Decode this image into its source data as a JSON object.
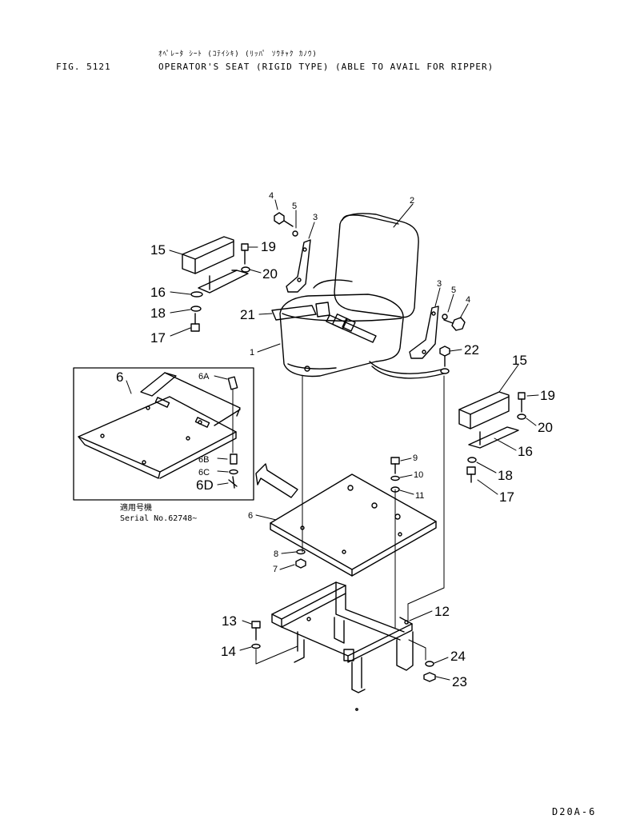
{
  "header": {
    "fig_number": "FIG. 5121",
    "title_kana": "ｵﾍﾟﾚｰﾀ ｼｰﾄ (ｺﾃｲｼｷ) (ﾘｯﾊﾟ ｿｳﾁｬｸ ｶﾉｳ)",
    "title_en": "OPERATOR'S SEAT (RIGID TYPE) (ABLE TO AVAIL FOR RIPPER)"
  },
  "inset": {
    "caption_jp": "適用号機",
    "caption_serial": "Serial No.62748~"
  },
  "sheet_code": "D20A-6",
  "callouts": {
    "c1": "1",
    "c2": "2",
    "c3a": "3",
    "c3b": "3",
    "c4a": "4",
    "c4b": "4",
    "c5a": "5",
    "c5b": "5",
    "c6": "6",
    "c6inset": "6",
    "c6A": "6A",
    "c6B": "6B",
    "c6C": "6C",
    "c6D": "6D",
    "c7": "7",
    "c8": "8",
    "c9": "9",
    "c10": "10",
    "c11": "11",
    "c12": "12",
    "c13": "13",
    "c14": "14",
    "c15a": "15",
    "c15b": "15",
    "c16a": "16",
    "c16b": "16",
    "c17a": "17",
    "c17b": "17",
    "c18a": "18",
    "c18b": "18",
    "c19a": "19",
    "c19b": "19",
    "c20a": "20",
    "c20b": "20",
    "c21": "21",
    "c22": "22",
    "c23": "23",
    "c24": "24"
  }
}
